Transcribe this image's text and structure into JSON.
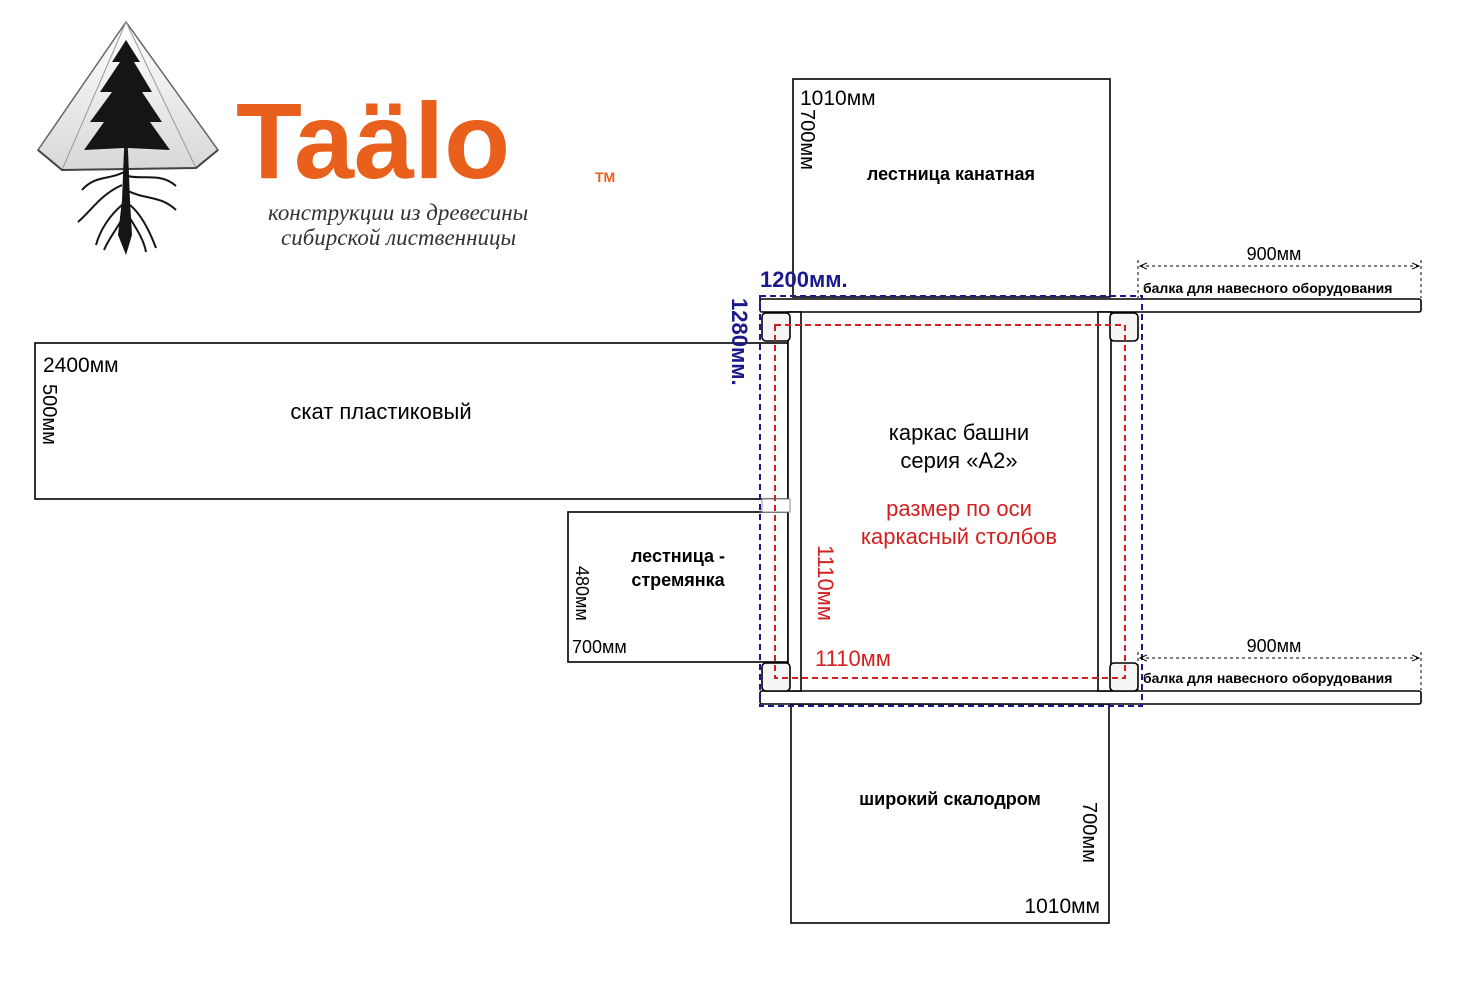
{
  "brand": {
    "logo_text": "Taälo",
    "trademark": "TM",
    "tagline_line1": "конструкции из древесины",
    "tagline_line2": "сибирской лиственницы",
    "logo_color": "#e8601c"
  },
  "tower": {
    "title_line1": "каркас башни",
    "title_line2": "серия «А2»",
    "axis_note_line1": "размер по оси",
    "axis_note_line2": "каркасный столбов",
    "outer_width": "1200мм.",
    "outer_depth": "1280мм.",
    "axis_width": "1110мм",
    "axis_depth": "1110мм",
    "outer_color": "#1a1a8c",
    "axis_color": "#d42020"
  },
  "rope_ladder": {
    "label": "лестница канатная",
    "width": "1010мм",
    "depth": "700мм"
  },
  "slide": {
    "label": "скат  пластиковый",
    "length": "2400мм",
    "width": "500мм"
  },
  "step_ladder": {
    "label_line1": "лестница -",
    "label_line2": "стремянка",
    "depth": "480мм",
    "width": "700мм"
  },
  "climbing_wall": {
    "label": "широкий скалодром",
    "depth": "700мм",
    "width": "1010мм"
  },
  "beam_top": {
    "label": "балка для навесного  оборудования",
    "length": "900мм"
  },
  "beam_bottom": {
    "label": "балка для навесного  оборудования",
    "length": "900мм"
  }
}
